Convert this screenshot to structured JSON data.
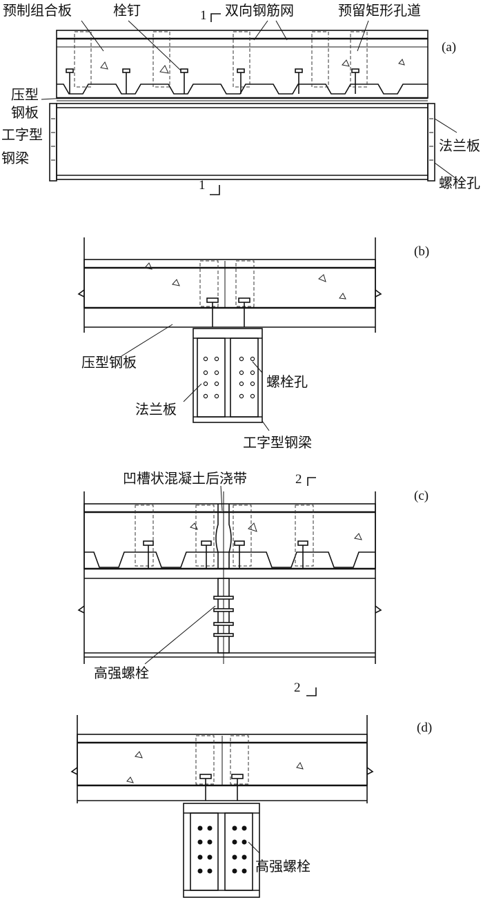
{
  "panel_a": {
    "tag": "(a)",
    "labels": {
      "precast_slab": "预制组合板",
      "stud": "栓钉",
      "rebar_mesh": "双向钢筋网",
      "reserved_hole": "预留矩形孔道",
      "deck_1": "压型",
      "deck_2": "钢板",
      "ibeam_1": "工字型",
      "ibeam_2": "钢梁",
      "flange": "法兰板",
      "bolt_hole": "螺栓孔"
    },
    "section_top": "1",
    "section_bottom": "1"
  },
  "panel_b": {
    "tag": "(b)",
    "labels": {
      "deck": "压型钢板",
      "bolt_hole": "螺栓孔",
      "flange": "法兰板",
      "ibeam": "工字型钢梁"
    }
  },
  "panel_c": {
    "tag": "(c)",
    "labels": {
      "grout_band": "凹槽状混凝土后浇带",
      "hs_bolt": "高强螺栓"
    },
    "section_top": "2",
    "section_bottom": "2"
  },
  "panel_d": {
    "tag": "(d)",
    "labels": {
      "hs_bolt": "高强螺栓"
    }
  }
}
